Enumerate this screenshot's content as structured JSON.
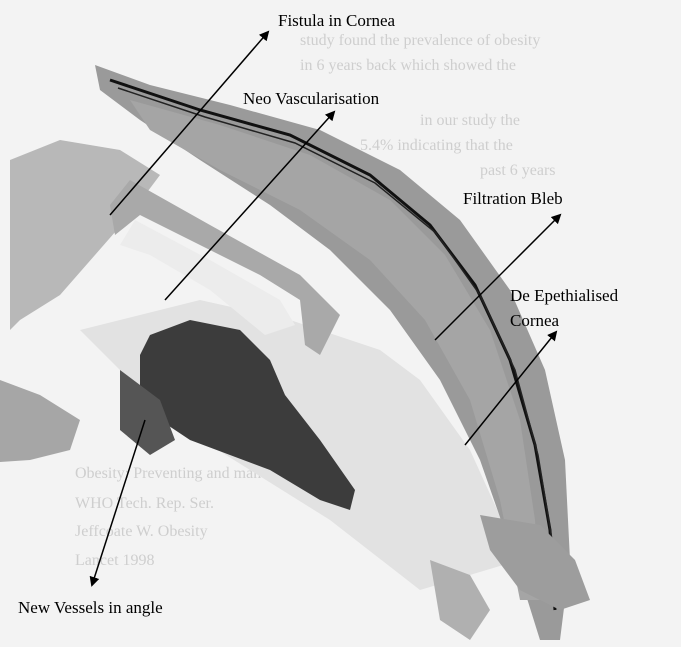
{
  "labels": {
    "fistula": "Fistula in Cornea",
    "neo": "Neo Vascularisation",
    "bleb": "Filtration Bleb",
    "de_line1": "De Epethialised",
    "de_line2": "Cornea",
    "new_vessels": "New Vessels in angle"
  },
  "background_text": [
    "study found the prevalence of obesity",
    "in 6 years back which showed the",
    "in our study the",
    "5.4% indicating that the",
    "past 6 years",
    "Obesity: Preventing and managing",
    "WHO Tech. Rep. Ser.",
    "Jeffcoate W. Obesity",
    "Lancet 1998"
  ],
  "colors": {
    "background": "#f3f3f3",
    "dark_iris": "#3c3c3c",
    "grey_tissue": "#9a9a9a",
    "light_tissue": "#c4c4c4",
    "line": "#000000"
  }
}
